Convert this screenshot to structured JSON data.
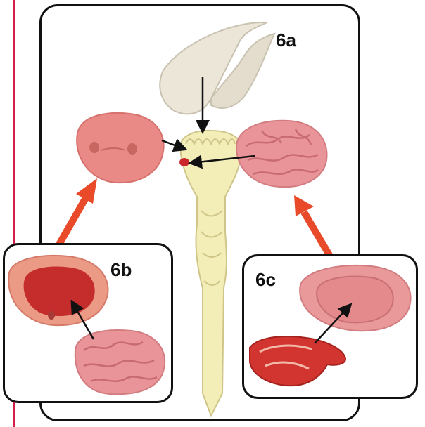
{
  "labels": {
    "step_a": "6a",
    "step_b": "6b",
    "step_c": "6c"
  },
  "colors": {
    "frame_accent": "#d21f4a",
    "arrow_red": "#e84a2a",
    "brain_pink": "#e98a86",
    "brain_stem_yellow": "#f3edb8",
    "corpus_clear": "#ece6d8",
    "inner_red": "#c9272c"
  },
  "icons": {
    "arrow_up_left": "arrow-up-left-icon",
    "arrow_up_right": "arrow-up-right-icon"
  }
}
